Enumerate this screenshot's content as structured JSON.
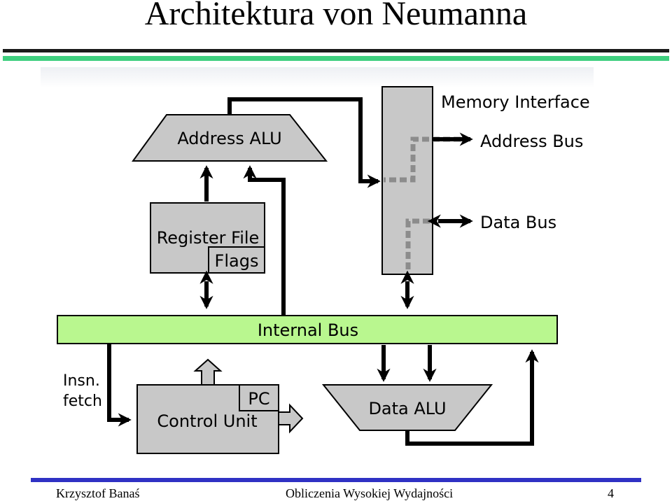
{
  "slide": {
    "title": "Architektura von Neumanna"
  },
  "diagram": {
    "memory_interface": "Memory Interface",
    "address_bus": "Address Bus",
    "data_bus": "Data Bus",
    "address_alu": "Address ALU",
    "register_file": "Register File",
    "flags": "Flags",
    "internal_bus": "Internal Bus",
    "insn_line1": "Insn.",
    "insn_line2": "fetch",
    "pc": "PC",
    "control_unit": "Control Unit",
    "data_alu": "Data ALU"
  },
  "footer": {
    "author": "Krzysztof Banaś",
    "course": "Obliczenia Wysokiej Wydajności",
    "page": "4"
  },
  "colors": {
    "block_fill": "#c8c8c8",
    "bus_fill": "#b9f78f",
    "accent_blue": "#2f31c4",
    "accent_green": "#3fcf7f"
  }
}
